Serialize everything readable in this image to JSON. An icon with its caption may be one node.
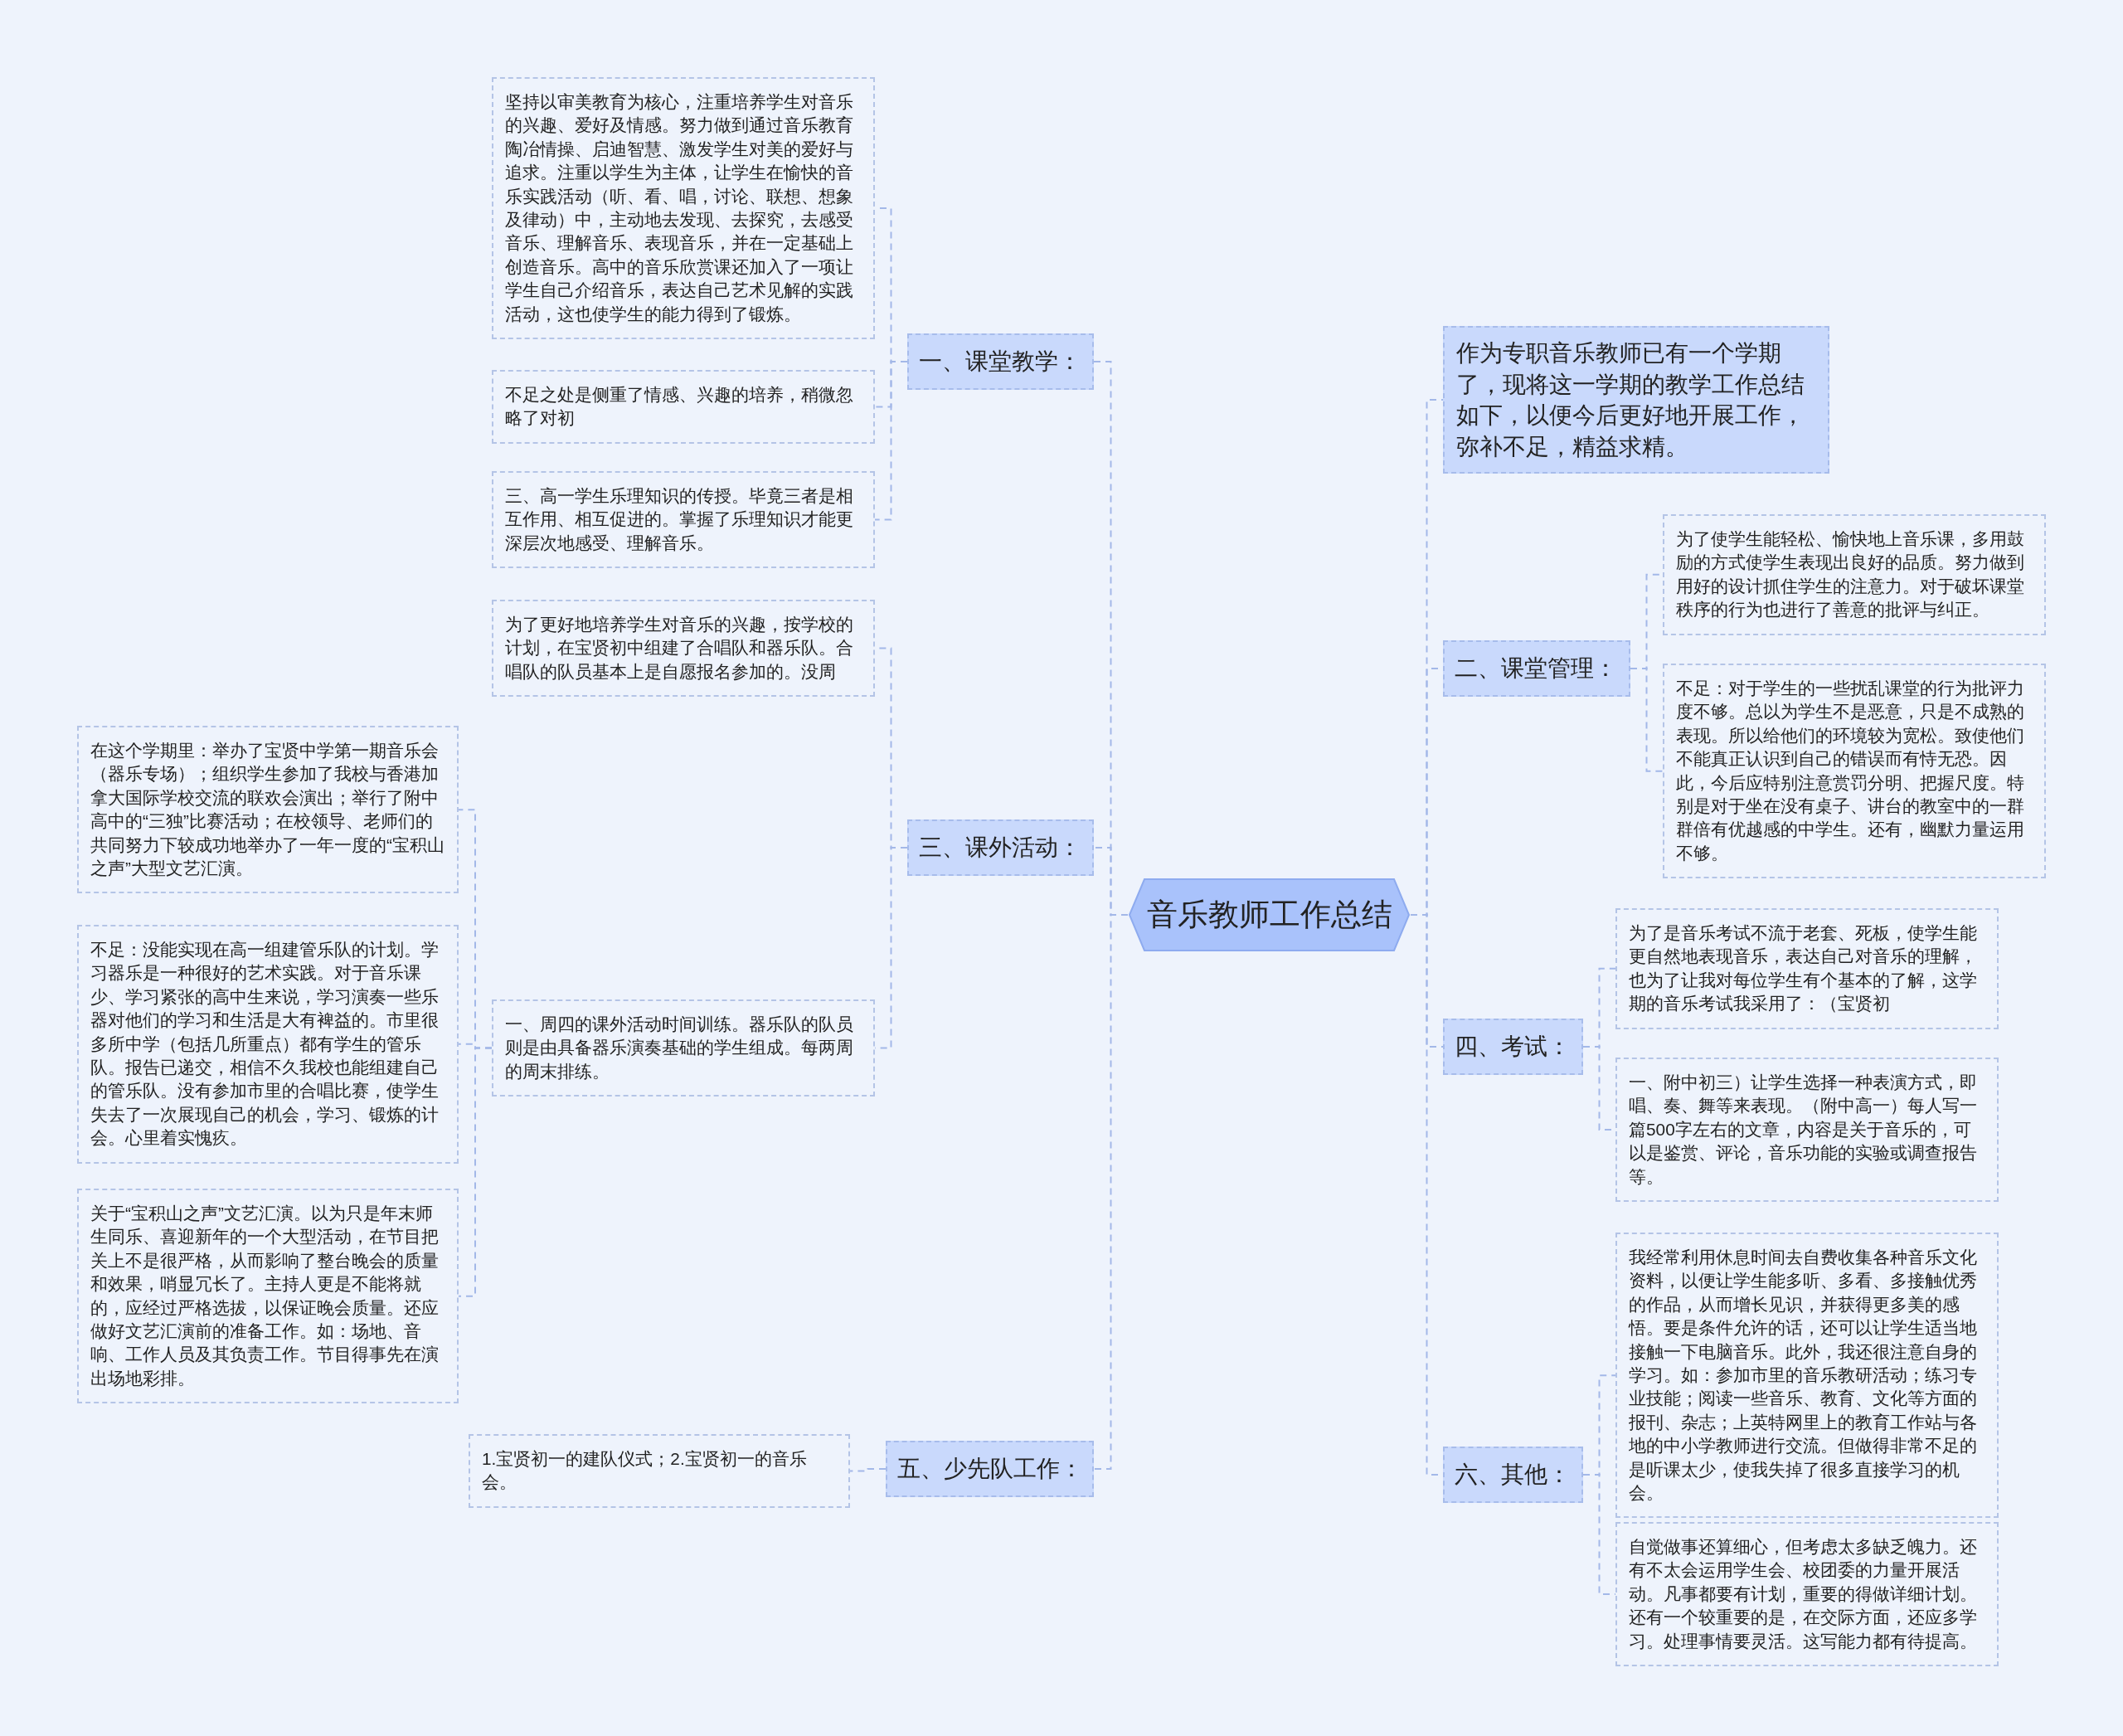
{
  "diagram": {
    "nodes": [
      {
        "text": [
          "音乐教师工作总结"
        ]
      },
      {
        "text": [
          "一、课堂教学："
        ]
      },
      {
        "text": [
          "坚持以审美教育为核心，注重培养学生对音乐的兴趣、爱好及情感。努力做到通过音乐教育陶冶情操、启迪智慧、激发学生对美的爱好与追求。注重以学生为主体，让学生在愉快的音乐实践活动（听、看、唱，讨论、联想、想象及律动）中，主动地去发现、去探究，去感受音乐、理解音乐、表现音乐，并在一定基础上创造音乐。高中的音乐欣赏课还加入了一项让学生自己介绍音乐，表达自己艺术见解的实践活动，这也使学生的能力得到了锻炼。"
        ]
      },
      {
        "text": [
          "不足之处是侧重了情感、兴趣的培养，稍微忽略了对初"
        ]
      },
      {
        "text": [
          "三、高一学生乐理知识的传授。毕竟三者是相互作用、相互促进的。掌握了乐理知识才能更深层次地感受、理解音乐。"
        ]
      },
      {
        "text": [
          "三、课外活动："
        ]
      },
      {
        "text": [
          "为了更好地培养学生对音乐的兴趣，按学校的计划，在宝贤初中组建了合唱队和器乐队。合唱队的队员基本上是自愿报名参加的。没周"
        ]
      },
      {
        "text": [
          "一、周四的课外活动时间训练。器乐队的队员则是由具备器乐演奏基础的学生组成。每两周的周末排练。"
        ]
      },
      {
        "text": [
          "在这个学期里：举办了宝贤中学第一期音乐会（器乐专场）；组织学生参加了我校与香港加拿大国际学校交流的联欢会演出；举行了附中高中的“三独”比赛活动；在校领导、老师们的共同努力下较成功地举办了一年一度的“宝积山之声”大型文艺汇演。"
        ]
      },
      {
        "text": [
          "不足：没能实现在高一组建管乐队的计划。学习器乐是一种很好的艺术实践。对于音乐课少、学习紧张的高中生来说，学习演奏一些乐器对他们的学习和生活是大有裨益的。市里很多所中学（包括几所重点）都有学生的管乐队。报告已递交，相信不久我校也能组建自己的管乐队。没有参加市里的合唱比赛，使学生失去了一次展现自己的机会，学习、锻炼的计会。心里着实愧疚。"
        ]
      },
      {
        "text": [
          "关于“宝积山之声”文艺汇演。以为只是年末师生同乐、喜迎新年的一个大型活动，在节目把关上不是很严格，从而影响了整台晚会的质量和效果，哨显冗长了。主持人更是不能将就的，应经过严格选拔，以保证晚会质量。还应做好文艺汇演前的准备工作。如：场地、音响、工作人员及其负责工作。节目得事先在演出场地彩排。"
        ]
      },
      {
        "text": [
          "五、少先队工作："
        ]
      },
      {
        "text": [
          "1.宝贤初一的建队仪式；2.宝贤初一的音乐会。"
        ]
      },
      {
        "text": [
          "作为专职音乐教师已有一个学期了，现将这一学期的教学工作总结如下，以便今后更好地开展工作，弥补不足，精益求精。"
        ]
      },
      {
        "text": [
          "二、课堂管理："
        ]
      },
      {
        "text": [
          "为了使学生能轻松、愉快地上音乐课，多用鼓励的方式使学生表现出良好的品质。努力做到用好的设计抓住学生的注意力。对于破坏课堂秩序的行为也进行了善意的批评与纠正。"
        ]
      },
      {
        "text": [
          "不足：对于学生的一些扰乱课堂的行为批评力度不够。总以为学生不是恶意，只是不成熟的表现。所以给他们的环境较为宽松。致使他们不能真正认识到自己的错误而有恃无恐。因此，今后应特别注意赏罚分明、把握尺度。特别是对于坐在没有桌子、讲台的教室中的一群群倍有优越感的中学生。还有，幽默力量运用不够。"
        ]
      },
      {
        "text": [
          "四、考试："
        ]
      },
      {
        "text": [
          "为了是音乐考试不流于老套、死板，使学生能更自然地表现音乐，表达自己对音乐的理解，也为了让我对每位学生有个基本的了解，这学期的音乐考试我采用了：（宝贤初"
        ]
      },
      {
        "text": [
          "一、附中初三）让学生选择一种表演方式，即唱、奏、舞等来表现。（附中高一）每人写一篇500字左右的文章，内容是关于音乐的，可以是鉴赏、评论，音乐功能的实验或调查报告等。"
        ]
      },
      {
        "text": [
          "六、其他："
        ]
      },
      {
        "text": [
          "我经常利用休息时间去自费收集各种音乐文化资料，以便让学生能多听、多看、多接触优秀的作品，从而增长见识，并获得更多美的感悟。要是条件允许的话，还可以让学生适当地接触一下电脑音乐。此外，我还很注意自身的学习。如：参加市里的音乐教研活动；练习专业技能；阅读一些音乐、教育、文化等方面的报刊、杂志；上英特网里上的教育工作站与各地的中小学教师进行交流。但做得非常不足的是听课太少，使我失掉了很多直接学习的机会。"
        ]
      },
      {
        "text": [
          "自觉做事还算细心，但考虑太多缺乏魄力。还有不太会运用学生会、校团委的力量开展活动。凡事都要有计划，重要的得做详细计划。还有一个较重要的是，在交际方面，还应多学习。处理事情要灵活。这写能力都有待提高。"
        ]
      }
    ],
    "edges": [
      {
        "from": 0,
        "to": 1,
        "arrow": "none"
      },
      {
        "from": 1,
        "to": 2,
        "arrow": "none"
      },
      {
        "from": 1,
        "to": 3,
        "arrow": "none"
      },
      {
        "from": 1,
        "to": 4,
        "arrow": "none"
      },
      {
        "from": 0,
        "to": 5,
        "arrow": "none"
      },
      {
        "from": 5,
        "to": 6,
        "arrow": "none"
      },
      {
        "from": 5,
        "to": 7,
        "arrow": "none"
      },
      {
        "from": 7,
        "to": 8,
        "arrow": "none"
      },
      {
        "from": 7,
        "to": 9,
        "arrow": "none"
      },
      {
        "from": 7,
        "to": 10,
        "arrow": "none"
      },
      {
        "from": 0,
        "to": 11,
        "arrow": "none"
      },
      {
        "from": 11,
        "to": 12,
        "arrow": "none"
      },
      {
        "from": 0,
        "to": 13,
        "arrow": "none"
      },
      {
        "from": 0,
        "to": 14,
        "arrow": "none"
      },
      {
        "from": 14,
        "to": 15,
        "arrow": "none"
      },
      {
        "from": 14,
        "to": 16,
        "arrow": "none"
      },
      {
        "from": 0,
        "to": 17,
        "arrow": "none"
      },
      {
        "from": 17,
        "to": 18,
        "arrow": "none"
      },
      {
        "from": 17,
        "to": 19,
        "arrow": "none"
      },
      {
        "from": 0,
        "to": 20,
        "arrow": "none"
      },
      {
        "from": 20,
        "to": 21,
        "arrow": "none"
      },
      {
        "from": 20,
        "to": 22,
        "arrow": "none"
      }
    ]
  }
}
